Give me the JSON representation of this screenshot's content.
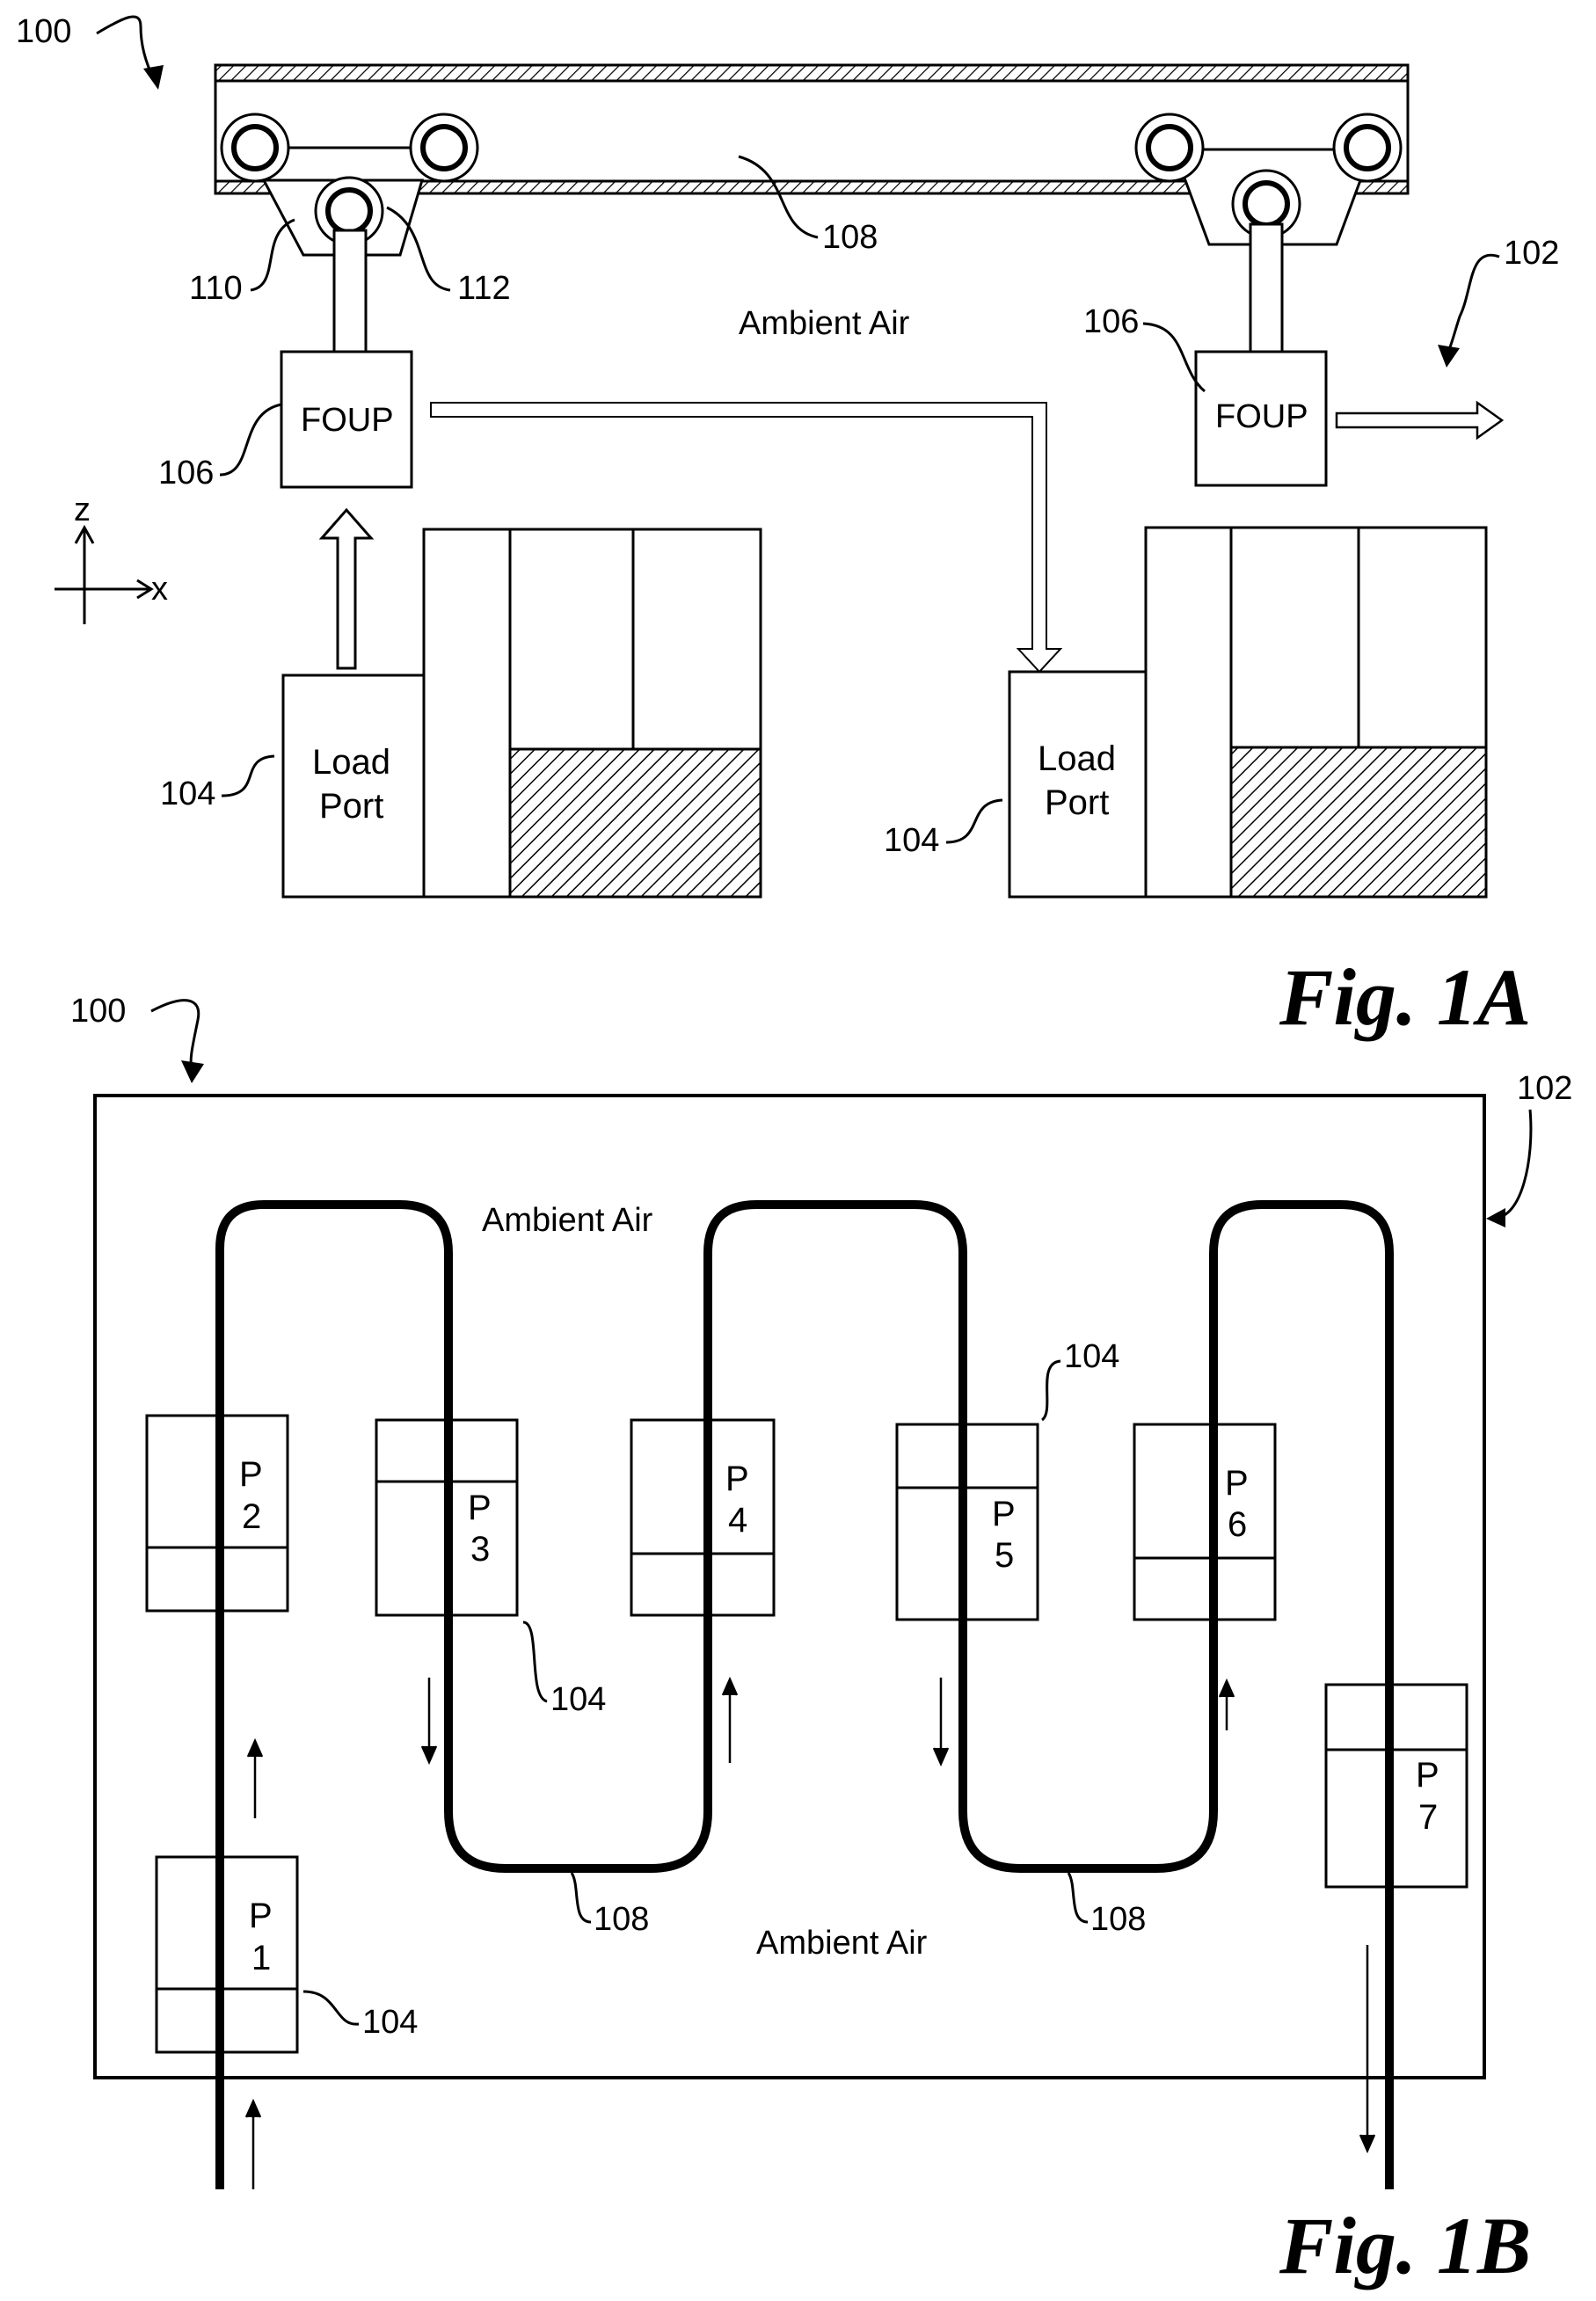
{
  "fig1a": {
    "title": "Fig. 1A",
    "ref_system": "100",
    "ref_facility": "102",
    "ref_rail": "108",
    "ref_frame": "110",
    "ref_wheel": "112",
    "ambient_air": "Ambient Air",
    "foup_left": {
      "label": "FOUP",
      "ref": "106"
    },
    "foup_right": {
      "label": "FOUP",
      "ref": "106"
    },
    "load_port_left": {
      "label_line1": "Load",
      "label_line2": "Port",
      "ref": "104"
    },
    "load_port_right": {
      "label_line1": "Load",
      "label_line2": "Port",
      "ref": "104"
    },
    "axes": {
      "vertical": "z",
      "horizontal": "x"
    }
  },
  "fig1b": {
    "title": "Fig. 1B",
    "ref_system": "100",
    "ref_facility": "102",
    "ambient_air_top": "Ambient Air",
    "ambient_air_bottom": "Ambient Air",
    "ref_rail_1": "108",
    "ref_rail_2": "108",
    "ref_port_1": "104",
    "ref_port_2": "104",
    "ref_port_3": "104",
    "stations": [
      {
        "letter": "P",
        "number": "1"
      },
      {
        "letter": "P",
        "number": "2"
      },
      {
        "letter": "P",
        "number": "3"
      },
      {
        "letter": "P",
        "number": "4"
      },
      {
        "letter": "P",
        "number": "5"
      },
      {
        "letter": "P",
        "number": "6"
      },
      {
        "letter": "P",
        "number": "7"
      }
    ]
  }
}
